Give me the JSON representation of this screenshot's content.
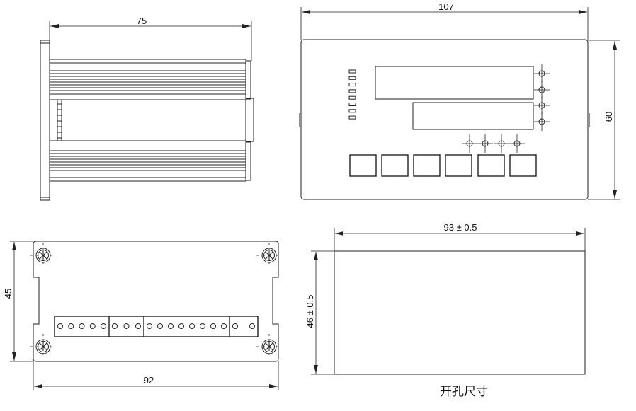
{
  "side_view": {
    "width_label": "75"
  },
  "front_view": {
    "width_label": "107",
    "height_label": "60",
    "led_count": 8,
    "button_count": 6
  },
  "back_view": {
    "height_label": "45",
    "width_label": "92",
    "terminal_groups": [
      5,
      3,
      8,
      2
    ]
  },
  "cutout": {
    "width_label": "93 ± 0.5",
    "height_label": "46 ± 0.5",
    "caption": "开孔尺寸"
  }
}
